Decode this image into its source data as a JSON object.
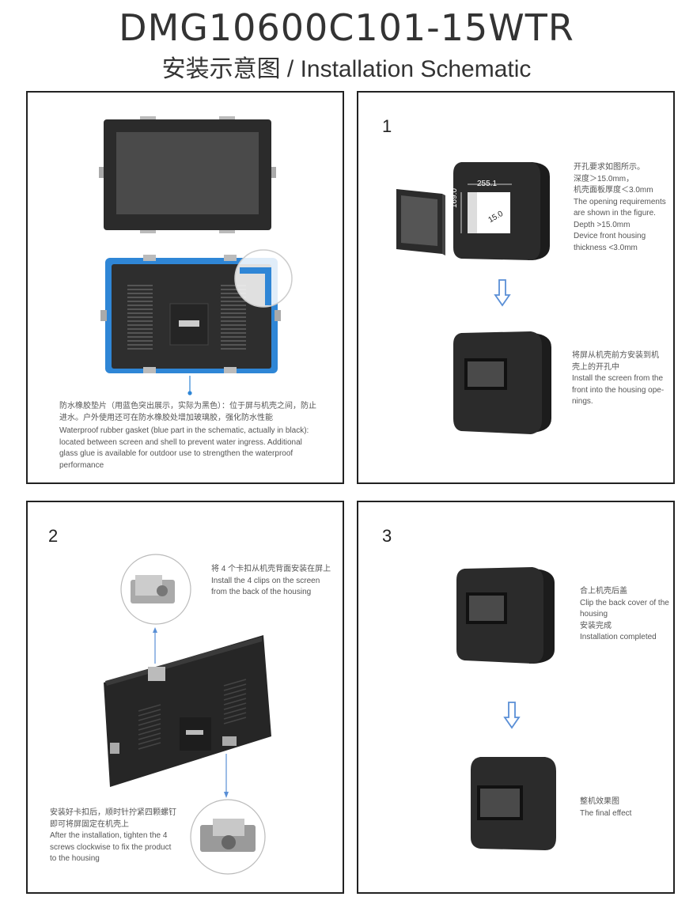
{
  "header": {
    "model": "DMG10600C101-15WTR",
    "subtitle": "安装示意图 / Installation Schematic"
  },
  "panel1": {
    "text_cn": "防水橡胶垫片（用蓝色突出展示，实际为黑色）：位于屏与机壳之间，防止\n进水。户外使用还可在防水橡胶处增加玻璃胶，强化防水性能",
    "text_en": "Waterproof rubber gasket (blue part in the schematic, actually in black):\nlocated between screen and shell to prevent water ingress.  Additional\nglass glue is available for outdoor use to strengthen the waterproof\nperformance"
  },
  "panel2": {
    "step": "1",
    "dim_width": "255.1",
    "dim_height": "169.0",
    "dim_depth": "15.0",
    "text_a": "开孔要求如图所示。\n深度＞15.0mm，\n机壳面板厚度＜3.0mm\nThe opening requirements\nare shown in the figure.\nDepth >15.0mm\nDevice front housing\nthickness <3.0mm",
    "text_b": "将屏从机壳前方安装到机\n壳上的开孔中\nInstall the screen from the\n front into the housing ope-\nnings."
  },
  "panel3": {
    "step": "2",
    "text_a": "将 4 个卡扣从机壳背面安装在屏上\nInstall the 4 clips on the screen\nfrom the back of the housing",
    "text_b": "安装好卡扣后，顺时针拧紧四颗螺钉\n即可将屏固定在机壳上\nAfter the installation, tighten the 4\nscrews clockwise to fix the product\nto the housing"
  },
  "panel4": {
    "step": "3",
    "text_a": "合上机壳后盖\nClip the back cover of the\nhousing\n安装完成\nInstallation completed",
    "text_b": "整机效果图\nThe final effect"
  },
  "colors": {
    "gasket": "#2f86d6",
    "arrow": "#5a8fd6",
    "device": "#2b2b2b",
    "screen": "#3d3d3d"
  }
}
